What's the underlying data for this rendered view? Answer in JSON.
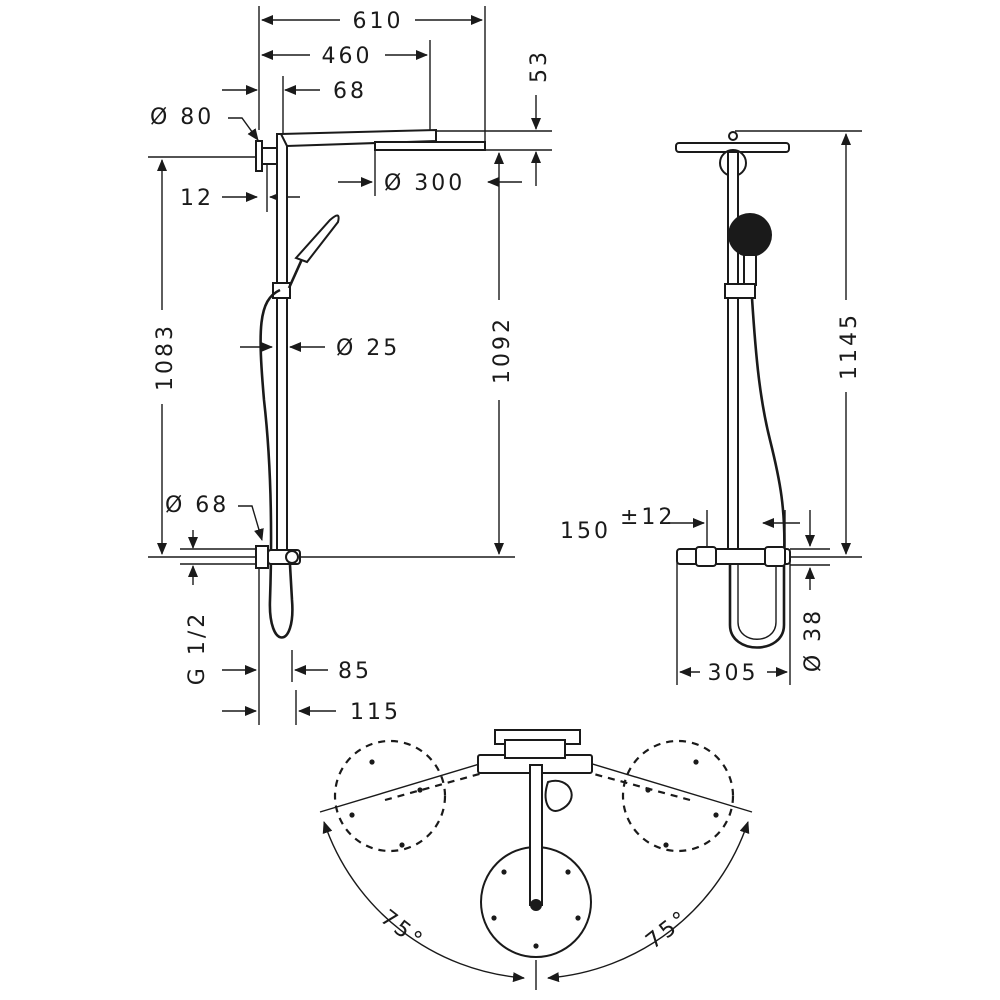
{
  "side_view": {
    "width_overall": "610",
    "width_head_arm": "460",
    "offset_wall": "68",
    "head_thickness": "53",
    "wall_flange_dia": "Ø 80",
    "rail_offset": "12",
    "head_dia": "Ø 300",
    "height_arm": "1083",
    "height_head": "1092",
    "rail_dia": "Ø 25",
    "mixer_flange_dia": "Ø 68",
    "inlet_thread": "G 1/2",
    "mixer_depth_1": "85",
    "mixer_depth_2": "115"
  },
  "front_view": {
    "height_total": "1145",
    "inlet_spacing": "150",
    "inlet_tolerance": "±12",
    "mixer_width": "305",
    "mixer_dia": "Ø 38"
  },
  "top_view": {
    "swivel_left": "75°",
    "swivel_right": "75°"
  }
}
